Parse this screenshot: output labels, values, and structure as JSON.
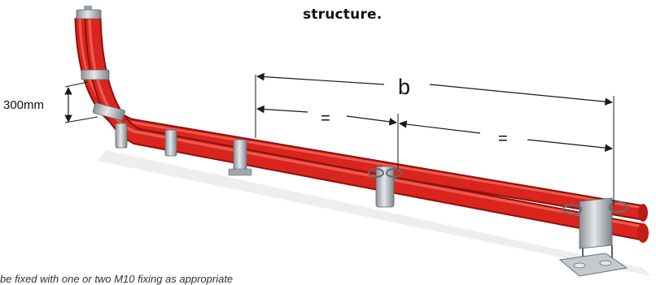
{
  "heading": "structure.",
  "dimensions": {
    "vertical_spacing_label": "300mm",
    "span_label": "b",
    "equal_left_label": "=",
    "equal_right_label": "="
  },
  "caption": "be fixed with one or two M10 fixing as appropriate",
  "colors": {
    "pipe_red": "#d9251d",
    "pipe_highlight": "#f0675a",
    "pipe_shadow": "#8e100c",
    "clamp_steel": "#b9bdc1",
    "dimension_line": "#1a1a1a"
  },
  "components": [
    {
      "name": "pipe",
      "count": 2
    },
    {
      "name": "pipe-clamp",
      "count": 9
    },
    {
      "name": "clamp-base-plate",
      "count": 1
    }
  ]
}
